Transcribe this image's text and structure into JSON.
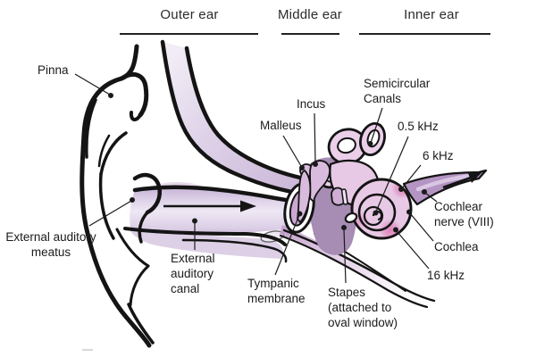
{
  "header": {
    "outer_ear": "Outer ear",
    "middle_ear": "Middle ear",
    "inner_ear": "Inner ear"
  },
  "labels": {
    "pinna": "Pinna",
    "external_auditory_meatus": "External auditory meatus",
    "external_auditory_canal": "External auditory canal",
    "tympanic_membrane": "Tympanic membrane",
    "stapes": "Stapes (attached to oval window)",
    "malleus": "Malleus",
    "incus": "Incus",
    "semicircular_canals": "Semicircular Canals",
    "freq_low": "0.5 kHz",
    "freq_mid": "6 kHz",
    "cochlear_nerve": "Cochlear nerve (VIII)",
    "cochlea": "Cochlea",
    "freq_high": "16 kHz"
  },
  "colors": {
    "outline": "#141414",
    "label_text": "#1b1b1b",
    "skull_band_lavender": "#d9c9e2",
    "canal_highlight": "#ece5f2",
    "ossicle_purple": "#d9bcdd",
    "middle_ear_deep_purple": "#a78cb4",
    "inner_ear_pink": "#ebcfe9",
    "frequency_spot_pink": "#dd7ab3",
    "nerve_purple": "#b494c2"
  }
}
